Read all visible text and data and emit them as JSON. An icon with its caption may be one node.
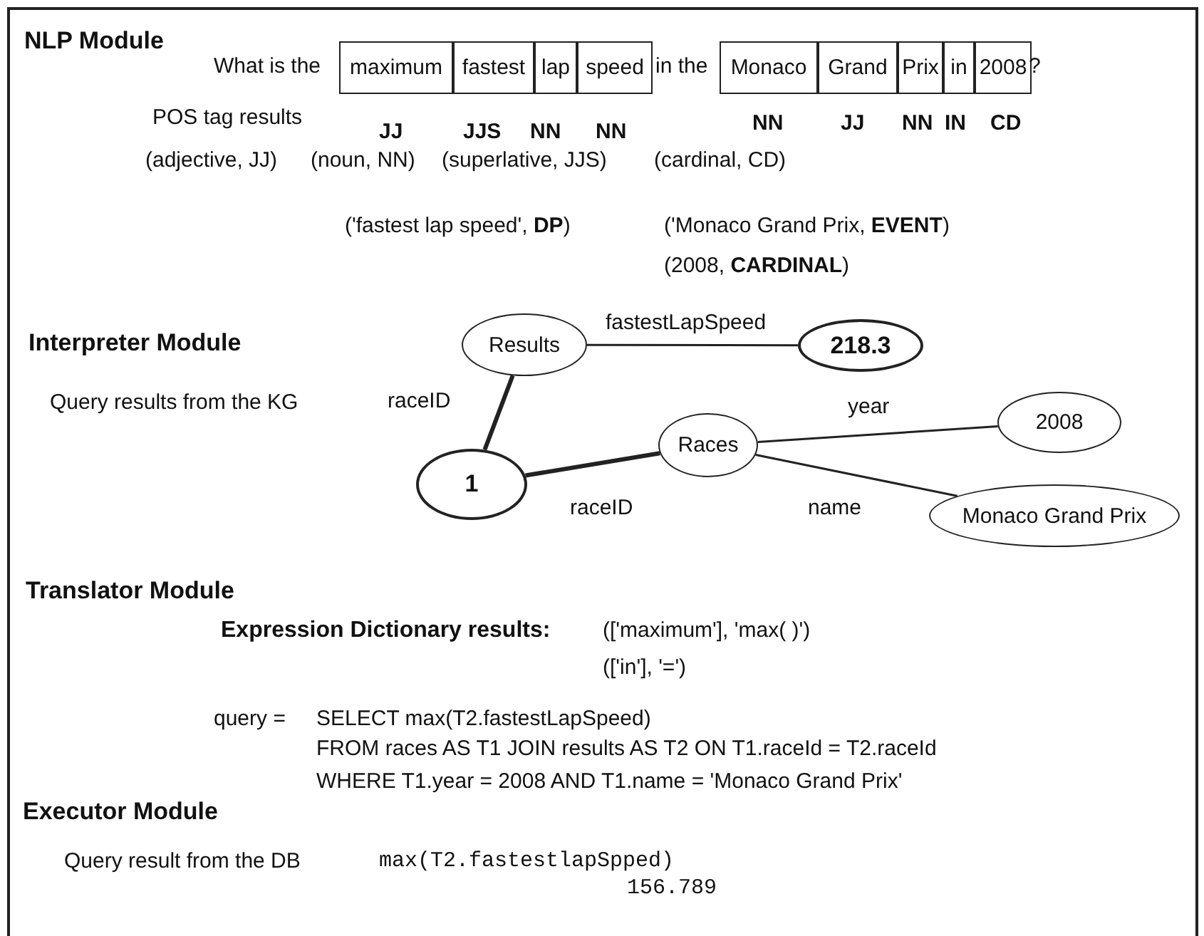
{
  "diagram": {
    "nodes": [
      {
        "text": [
          "maximum"
        ]
      },
      {
        "text": [
          "fastest"
        ]
      },
      {
        "text": [
          "lap"
        ]
      },
      {
        "text": [
          "speed"
        ]
      },
      {
        "text": [
          "Monaco"
        ]
      },
      {
        "text": [
          "Grand"
        ]
      },
      {
        "text": [
          "Prix"
        ]
      },
      {
        "text": [
          "in"
        ]
      },
      {
        "text": [
          "2008"
        ]
      },
      {
        "text": [
          "Results"
        ]
      },
      {
        "text": [
          "218.3"
        ]
      },
      {
        "text": [
          "2008"
        ]
      },
      {
        "text": [
          "Races"
        ]
      },
      {
        "text": [
          "1"
        ]
      },
      {
        "text": [
          "Monaco Grand Prix"
        ]
      }
    ],
    "edges": [
      {
        "from": 9,
        "to": 10,
        "arrow": "none",
        "label": "fastestLapSpeed"
      },
      {
        "from": 9,
        "to": 13,
        "arrow": "none",
        "label": "raceID",
        "style": "thick"
      },
      {
        "from": 13,
        "to": 12,
        "arrow": "none",
        "label": "raceID",
        "style": "thick"
      },
      {
        "from": 12,
        "to": 11,
        "arrow": "none",
        "label": "year"
      },
      {
        "from": 12,
        "to": 14,
        "arrow": "none",
        "label": "name"
      }
    ],
    "labels": [
      "NLP Module",
      "What is the",
      "in the",
      "?",
      "POS tag results",
      "JJ",
      "JJS",
      "NN",
      "NN",
      "NN",
      "JJ",
      "NN",
      "IN",
      "CD",
      "(adjective, JJ)",
      "(noun, NN)",
      "(superlative, JJS)",
      "(cardinal, CD)",
      "('fastest lap speed', **DP**)",
      "('Monaco Grand Prix, **EVENT**)",
      "(2008, **CARDINAL**)",
      "Interpreter Module",
      "Query results from the KG",
      "Translator Module",
      "Expression Dictionary results:",
      "(['maximum'], 'max( )')",
      "(['in'], '=')",
      "query =",
      "SELECT max(T2.fastestLapSpeed)",
      "FROM races AS T1 JOIN results AS T2  ON T1.raceId = T2.raceId",
      "WHERE T1.year = 2008 AND T1.name = 'Monaco Grand Prix'",
      "Executor Module",
      "Query result from the DB",
      "max(T2.fastestlapSpped)",
      "156.789"
    ]
  }
}
